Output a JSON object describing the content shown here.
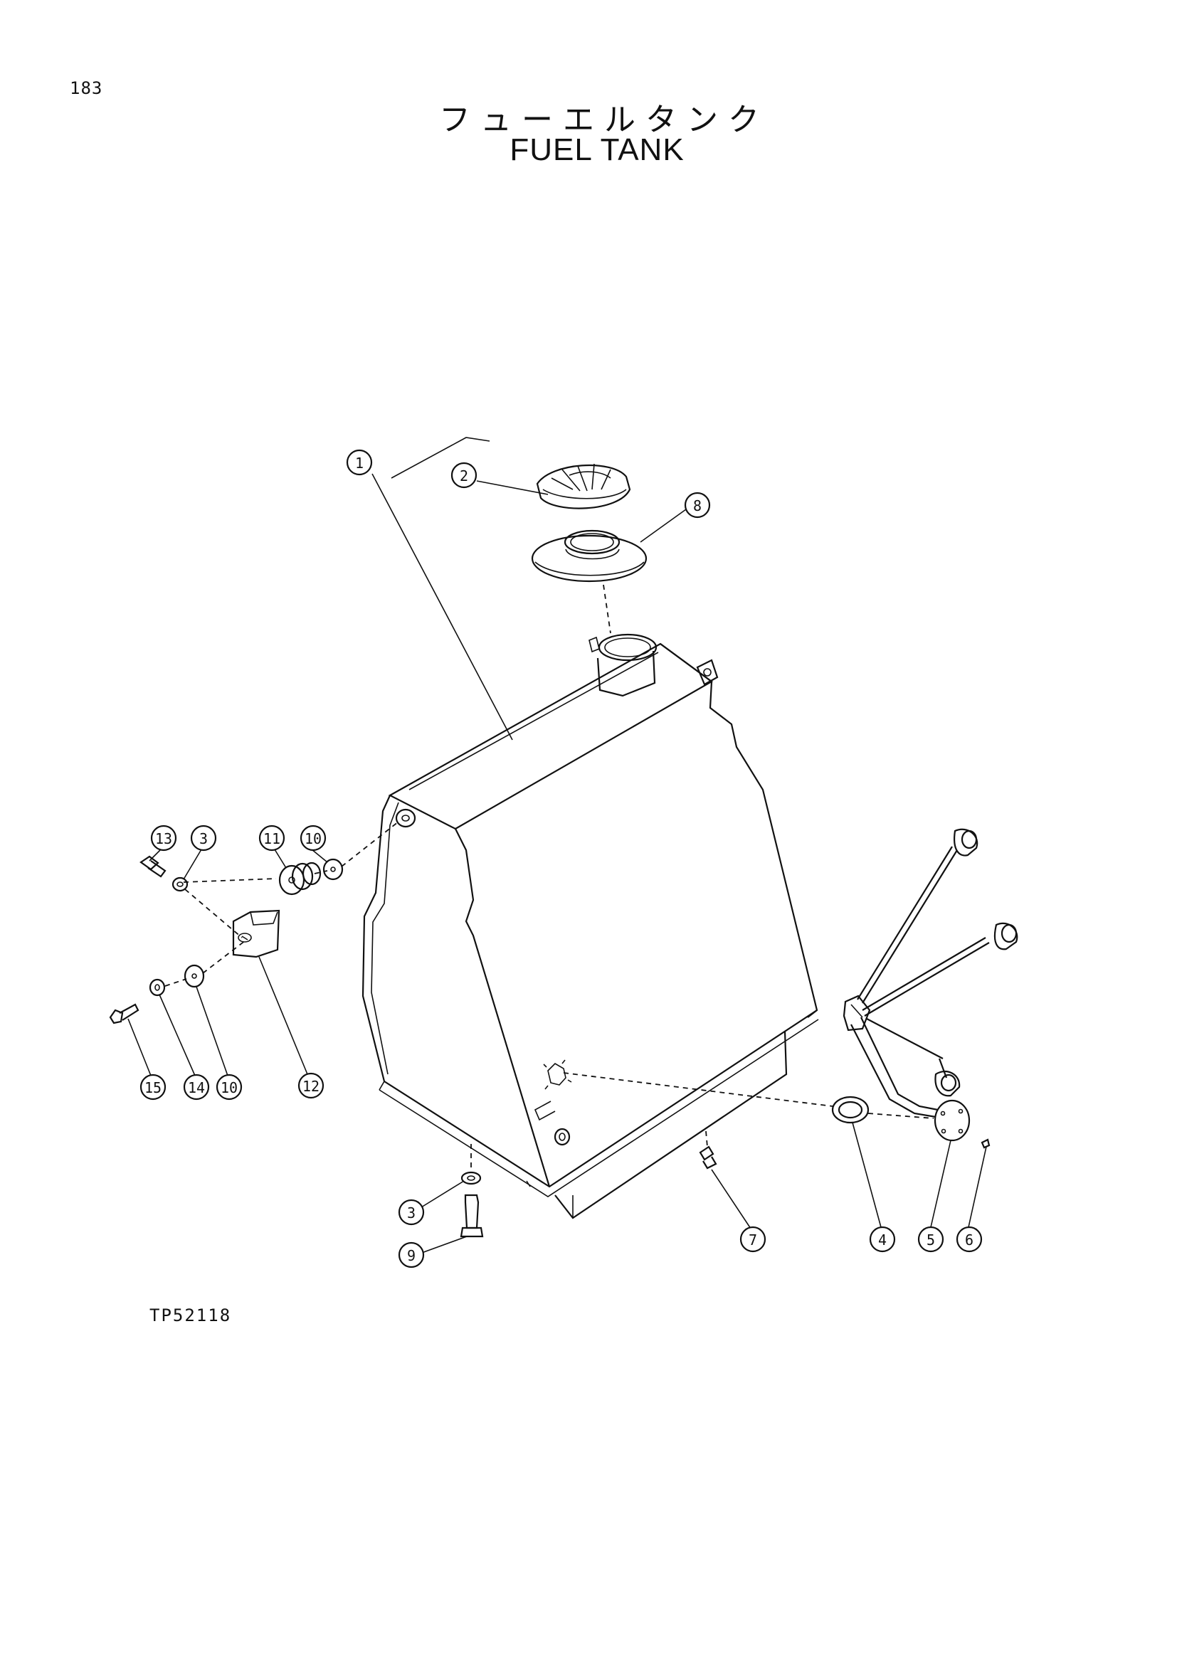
{
  "page": {
    "number": "183",
    "title_ja": "フューエルタンク",
    "title_en": "FUEL TANK",
    "drawing_code": "TP52118"
  },
  "callouts": [
    {
      "id": "c1",
      "label": "1"
    },
    {
      "id": "c2",
      "label": "2"
    },
    {
      "id": "c8",
      "label": "8"
    },
    {
      "id": "c13",
      "label": "13"
    },
    {
      "id": "c3a",
      "label": "3"
    },
    {
      "id": "c11",
      "label": "11"
    },
    {
      "id": "c10a",
      "label": "10"
    },
    {
      "id": "c15",
      "label": "15"
    },
    {
      "id": "c14",
      "label": "14"
    },
    {
      "id": "c10b",
      "label": "10"
    },
    {
      "id": "c12",
      "label": "12"
    },
    {
      "id": "c3b",
      "label": "3"
    },
    {
      "id": "c9",
      "label": "9"
    },
    {
      "id": "c7",
      "label": "7"
    },
    {
      "id": "c4",
      "label": "4"
    },
    {
      "id": "c5",
      "label": "5"
    },
    {
      "id": "c6",
      "label": "6"
    }
  ]
}
